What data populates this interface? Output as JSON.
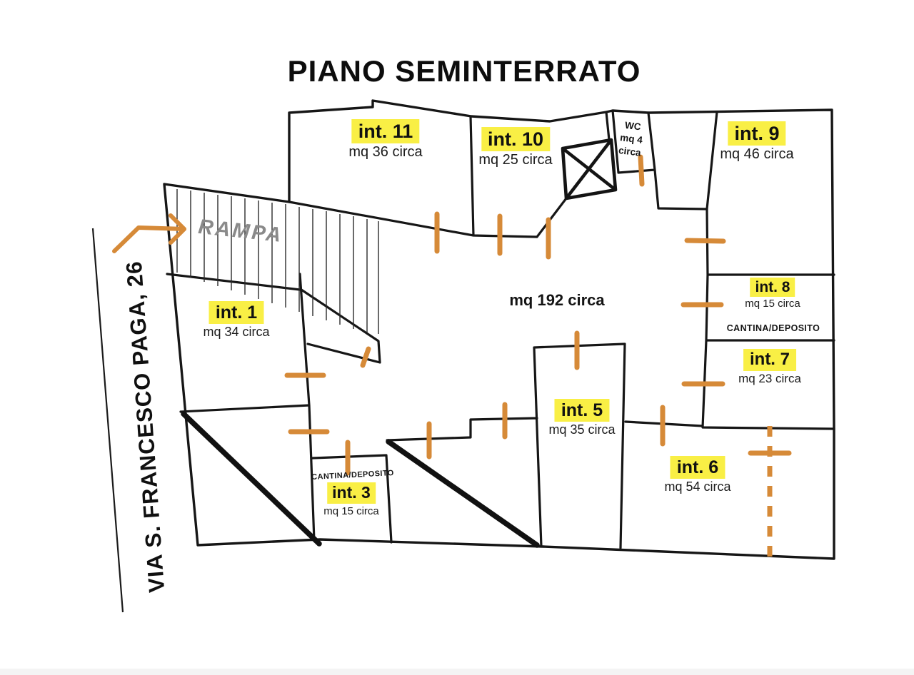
{
  "title": "PIANO SEMINTERRATO",
  "street": {
    "label": "VIA S. FRANCESCO PAGA, 26"
  },
  "ramp": {
    "label": "RAMPA",
    "arrow_icon": "right-arrow",
    "hatch": "vertical-lines"
  },
  "central_area": {
    "label": "mq 192 circa"
  },
  "wc": {
    "name": "WC",
    "area_line1": "mq 4",
    "area_line2": "circa"
  },
  "units": {
    "int11": {
      "label": "int. 11",
      "area": "mq 36 circa"
    },
    "int10": {
      "label": "int. 10",
      "area": "mq 25 circa"
    },
    "int9": {
      "label": "int. 9",
      "area": "mq 46 circa"
    },
    "int8": {
      "label": "int. 8",
      "area": "mq 15 circa",
      "note": "CANTINA/DEPOSITO"
    },
    "int7": {
      "label": "int. 7",
      "area": "mq 23 circa"
    },
    "int1": {
      "label": "int. 1",
      "area": "mq 34 circa"
    },
    "int5": {
      "label": "int. 5",
      "area": "mq 35 circa"
    },
    "int6": {
      "label": "int. 6",
      "area": "mq 54 circa"
    },
    "int3": {
      "label": "int. 3",
      "area": "mq 15 circa",
      "note": "CANTINA/DEPOSITO"
    }
  },
  "symbols": {
    "elevator_shaft": "box-with-x-diagonals",
    "stairs_ramps": "thick-diagonal-lines",
    "doors": "orange-tick-markers",
    "virtual_boundary": "orange-dashed-line"
  },
  "colors": {
    "highlight": "#f9ef45",
    "door_marker": "#d68a38",
    "wall": "#161616",
    "ramp_text": "#8a8a8a",
    "background": "#ffffff"
  }
}
